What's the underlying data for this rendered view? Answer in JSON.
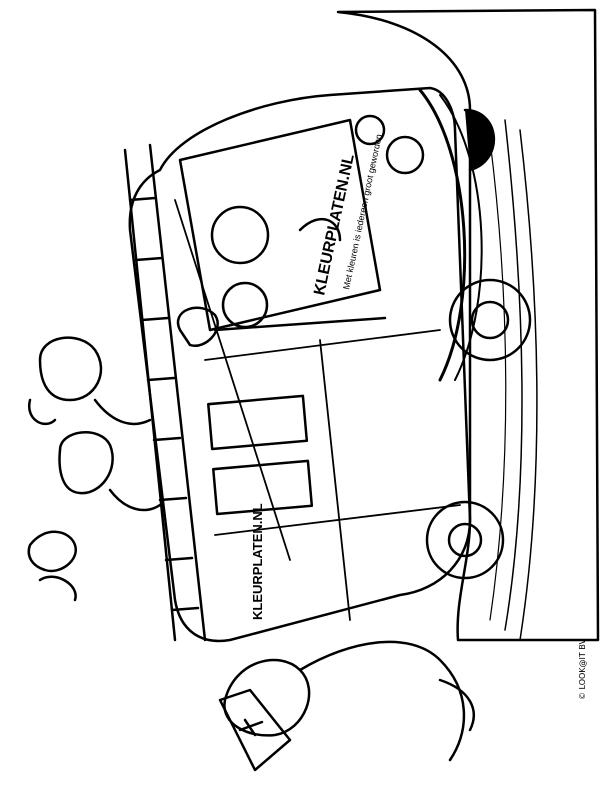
{
  "van": {
    "side_text": "KLEURPLATEN.NL",
    "front_text": "KLEURPLATEN.NL",
    "slogan": "Met kleuren is iedereen groot geworden"
  },
  "copyright": "© LOOK@IT BV",
  "colors": {
    "ink": "#000000",
    "paper": "#ffffff"
  }
}
